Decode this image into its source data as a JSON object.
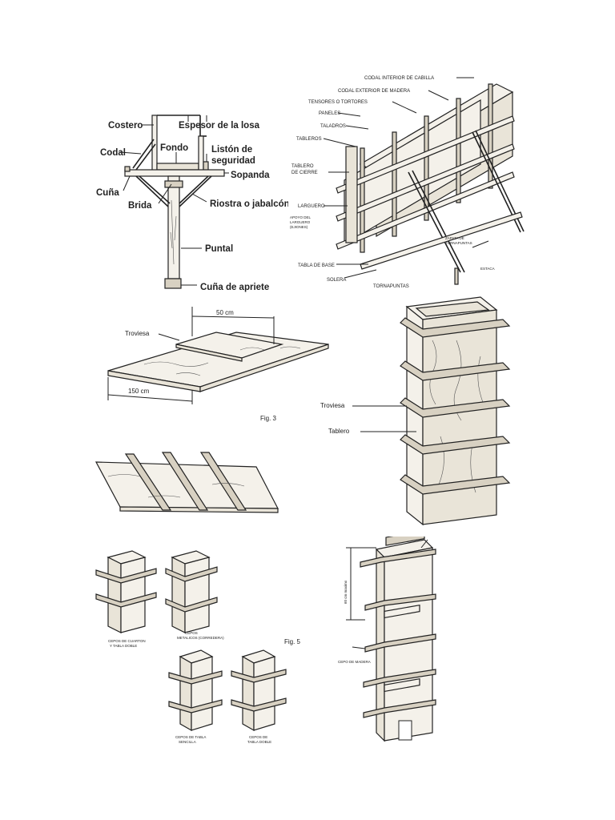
{
  "fig_shoring": {
    "labels": {
      "costero": "Costero",
      "espesor": "Espesor de la losa",
      "codal": "Codal",
      "fondo": "Fondo",
      "liston1": "Listón de",
      "liston2": "seguridad",
      "sopanda": "Sopanda",
      "cuna": "Cuña",
      "brida": "Brida",
      "riostra": "Riostra o jabalcón",
      "puntal": "Puntal",
      "cuna_apriete": "Cuña de apriete"
    }
  },
  "fig_wall": {
    "labels": {
      "codal_interior": "CODAL INTERIOR DE CABILLA",
      "codal_exterior": "CODAL EXTERIOR DE MADERA",
      "tensores": "TENSORES O TORTORES",
      "paneles": "PANELES",
      "taladros": "TALADROS",
      "tableros": "TABLEROS",
      "tablero_cierre1": "TABLERO",
      "tablero_cierre2": "DE CIERRE",
      "larguero": "LARGUERO",
      "apoyo1": "APOYO DEL",
      "apoyo2": "LARGUERO",
      "apoyo3": "(EJIONES)",
      "zapata1": "ZAPATA DE",
      "zapata2": "TORNAPUNTAS",
      "estaca": "ESTACA",
      "tabla_base": "TABLA DE BASE",
      "solera": "SOLERA",
      "tornapuntas": "TORNAPUNTAS"
    }
  },
  "fig_panel": {
    "dim_top": "50 cm",
    "dim_bottom": "150 cm",
    "troviesa": "Troviesa",
    "caption": "Fig. 3"
  },
  "fig_column": {
    "troviesa": "Troviesa",
    "tablero": "Tablero"
  },
  "fig_cepos": {
    "cap1a": "CEPOS DE CUARTON",
    "cap1b": "Y TABLA DOBLE",
    "cap2a": "CEPOS",
    "cap2b": "METALICOS (CORREDERA)",
    "cap3a": "CEPOS DE TABLA",
    "cap3b": "SENCILLA",
    "cap4a": "CEPOS DE",
    "cap4b": "TABLA DOBLE",
    "caption": "Fig. 5"
  },
  "fig_side": {
    "dim_vertical": "60 cm maximo",
    "cepo_label": "CEPO DE MADERA"
  }
}
